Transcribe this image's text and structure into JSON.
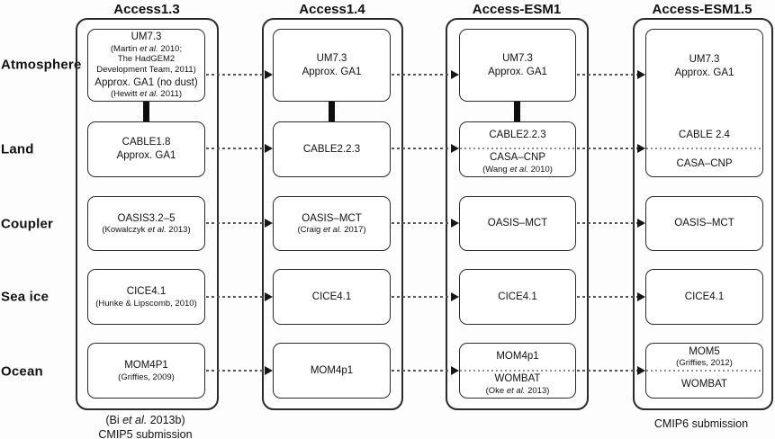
{
  "diagram_title": "ACCESS model evolution diagram",
  "colors": {
    "box_border": "#2b2b2b",
    "dash_connector": "#565656",
    "section_divider": "#8f8f8f",
    "coupling_link": "#0d0d0d",
    "text": "#111111",
    "background": "#fdfdfd"
  },
  "rows": {
    "labels": [
      "Atmosphere",
      "Land",
      "Coupler",
      "Sea ice",
      "Ocean"
    ]
  },
  "columns": [
    {
      "title": "Access1.3",
      "atmosphere": {
        "lines": [
          "UM7.3",
          "(Martin et al. 2010;",
          "The HadGEM2",
          "Development Team, 2011)",
          "Approx. GA1 (no dust)",
          "(Hewitt et al. 2011)"
        ]
      },
      "land": {
        "lines": [
          "CABLE1.8",
          "Approx. GA1"
        ]
      },
      "coupler": {
        "lines": [
          "OASIS3.2–5",
          "(Kowalczyk et al. 2013)"
        ]
      },
      "sea_ice": {
        "lines": [
          "CICE4.1",
          "(Hunke & Lipscomb, 2010)"
        ]
      },
      "ocean": {
        "lines": [
          "MOM4P1",
          "(Griffies, 2009)"
        ]
      },
      "footer": [
        "(Bi et al. 2013b)",
        "CMIP5 submission"
      ]
    },
    {
      "title": "Access1.4",
      "atmosphere": {
        "lines": [
          "UM7.3",
          "Approx. GA1"
        ]
      },
      "land": {
        "lines": [
          "CABLE2.2.3"
        ]
      },
      "coupler": {
        "lines": [
          "OASIS–MCT",
          "(Craig et al. 2017)"
        ]
      },
      "sea_ice": {
        "lines": [
          "CICE4.1"
        ]
      },
      "ocean": {
        "lines": [
          "MOM4p1"
        ]
      }
    },
    {
      "title": "Access-ESM1",
      "atmosphere": {
        "lines": [
          "UM7.3",
          "Approx. GA1"
        ]
      },
      "land_top": {
        "lines": [
          "CABLE2.2.3"
        ]
      },
      "land_bottom": {
        "lines": [
          "CASA–CNP",
          "(Wang et al. 2010)"
        ]
      },
      "coupler": {
        "lines": [
          "OASIS–MCT"
        ]
      },
      "sea_ice": {
        "lines": [
          "CICE4.1"
        ]
      },
      "ocean_top": {
        "lines": [
          "MOM4p1"
        ]
      },
      "ocean_bottom": {
        "lines": [
          "WOMBAT",
          "(Oke et al. 2013)"
        ]
      }
    },
    {
      "title": "Access-ESM1.5",
      "atmosphere": {
        "lines": [
          "UM7.3",
          "Approx. GA1"
        ]
      },
      "land_top": {
        "lines": [
          "CABLE 2.4"
        ]
      },
      "land_bottom": {
        "lines": [
          "CASA–CNP"
        ]
      },
      "coupler": {
        "lines": [
          "OASIS–MCT"
        ]
      },
      "sea_ice": {
        "lines": [
          "CICE4.1"
        ]
      },
      "ocean_top": {
        "lines": [
          "MOM5",
          "(Griffies, 2012)"
        ]
      },
      "ocean_bottom": {
        "lines": [
          "WOMBAT"
        ]
      },
      "footer": [
        "CMIP6 submission"
      ]
    }
  ]
}
